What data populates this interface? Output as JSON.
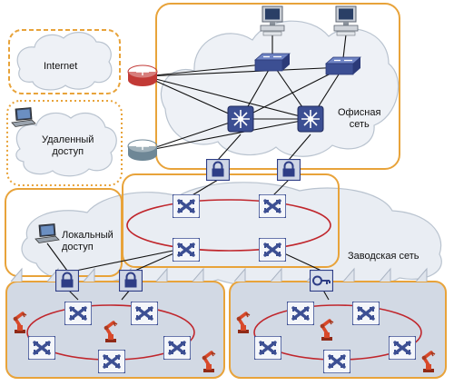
{
  "labels": {
    "internet": "Internet",
    "remote_line1": "Удаленный",
    "remote_line2": "доступ",
    "office_line1": "Офисная",
    "office_line2": "сеть",
    "local_line1": "Локальный",
    "local_line2": "доступ",
    "plant": "Заводская сеть"
  },
  "colors": {
    "zone_border": "#e8a33a",
    "cloud_fill": "#eef1f6",
    "cloud_edge": "#b9c3cf",
    "switch_fill": "#3c4f93",
    "ring": "#c0262c",
    "cell_fill": "#d2d9e4",
    "robot": "#d8492a",
    "router": "#c23a36",
    "router_alt": "#6e8796",
    "lock_fill": "#2e3d86"
  },
  "icons": {
    "workstation": "desktop-computer-icon",
    "laptop": "laptop-icon",
    "router": "router-icon",
    "l3_switch": "layer3-switch-icon",
    "access_switch": "workgroup-switch-icon",
    "industrial_switch": "industrial-switch-icon",
    "firewall": "firewall-lock-icon",
    "vpn": "vpn-key-icon",
    "robot": "industrial-robot-icon"
  }
}
